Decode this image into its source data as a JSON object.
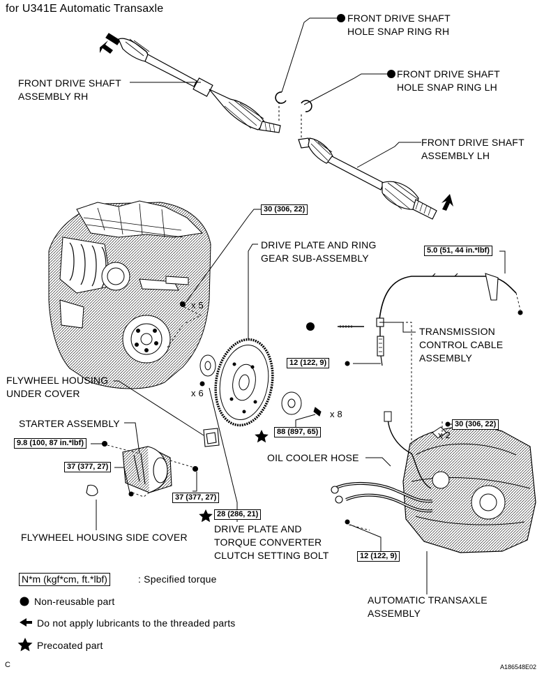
{
  "header": "for U341E Automatic Transaxle",
  "parts": {
    "rh_snap_ring": [
      "FRONT DRIVE SHAFT",
      "HOLE SNAP RING RH"
    ],
    "lh_snap_ring": [
      "FRONT DRIVE SHAFT",
      "HOLE SNAP RING LH"
    ],
    "rh_shaft": [
      "FRONT DRIVE SHAFT",
      "ASSEMBLY RH"
    ],
    "lh_shaft": [
      "FRONT DRIVE SHAFT",
      "ASSEMBLY LH"
    ],
    "drive_plate": [
      "DRIVE PLATE AND RING",
      "GEAR SUB-ASSEMBLY"
    ],
    "control_cable": [
      "TRANSMISSION",
      "CONTROL CABLE",
      "ASSEMBLY"
    ],
    "flywheel_under_cover": [
      "FLYWHEEL HOUSING",
      "UNDER COVER"
    ],
    "starter": "STARTER ASSEMBLY",
    "oil_cooler_hose": "OIL COOLER HOSE",
    "flywheel_side_cover": "FLYWHEEL HOUSING SIDE COVER",
    "setting_bolt": [
      "DRIVE PLATE AND",
      "TORQUE CONVERTER",
      "CLUTCH SETTING BOLT"
    ],
    "transaxle": [
      "AUTOMATIC TRANSAXLE",
      "ASSEMBLY"
    ]
  },
  "torques": {
    "engine_bolts": "30 (306, 22)",
    "cable_bracket": "5.0 (51, 44 in.*lbf)",
    "cable_nut": "12 (122, 9)",
    "starter_top": "9.8 (100, 87 in.*lbf)",
    "starter_left": "37 (377, 27)",
    "starter_right": "37 (377, 27)",
    "drive_plate_bolts": "88 (897, 65)",
    "transaxle_top": "30 (306, 22)",
    "setting_bolt": "28 (286, 21)",
    "transaxle_bottom": "12 (122, 9)"
  },
  "counts": {
    "engine_bolts": "x 5",
    "setting_bolts": "x 6",
    "drive_plate_bolts": "x 8",
    "transaxle_bolts": "x 2"
  },
  "legend": {
    "torque_box": "N*m (kgf*cm, ft.*lbf)",
    "torque_text": ": Specified torque",
    "non_reusable": "Non-reusable part",
    "no_lube": "Do not apply lubricants to the threaded parts",
    "precoated": "Precoated part"
  },
  "footer": {
    "left": "C",
    "right": "A186548E02"
  }
}
